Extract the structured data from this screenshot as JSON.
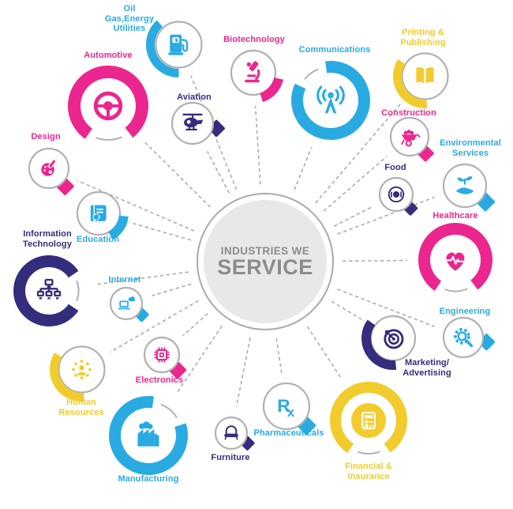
{
  "diagram_title": {
    "line1": "INDUSTRIES WE",
    "line2": "SERVICE"
  },
  "palette": {
    "blue": "#29ABE2",
    "pink": "#EC268F",
    "yellow": "#F2CB2D",
    "navy": "#342C7C",
    "circle_gray": "#B1B1B1",
    "center_fill": "#E8E8E8",
    "center_ring": "#A9A9A9",
    "center_text": "#8C8C8C",
    "dash_gray": "#A8A8A8"
  },
  "industries": [
    {
      "id": "oil-gas-energy-utilities",
      "label_lines": [
        "Oil",
        "Gas,Energy",
        "Utilities"
      ],
      "color": "blue",
      "icon": "fuel-pump-icon"
    },
    {
      "id": "automotive",
      "label_lines": [
        "Automotive"
      ],
      "color": "pink",
      "icon": "steering-wheel-icon"
    },
    {
      "id": "biotechnology",
      "label_lines": [
        "Biotechnology"
      ],
      "color": "pink",
      "icon": "microscope-icon"
    },
    {
      "id": "aviation",
      "label_lines": [
        "Aviation"
      ],
      "color": "navy",
      "icon": "helicopter-icon"
    },
    {
      "id": "communications",
      "label_lines": [
        "Communications"
      ],
      "color": "blue",
      "icon": "radio-tower-icon"
    },
    {
      "id": "printing-publishing",
      "label_lines": [
        "Printing &",
        "Publishing"
      ],
      "color": "yellow",
      "icon": "open-book-icon"
    },
    {
      "id": "construction",
      "label_lines": [
        "Construction"
      ],
      "color": "pink",
      "icon": "wheelbarrow-icon"
    },
    {
      "id": "environmental-services",
      "label_lines": [
        "Environmental",
        "Services"
      ],
      "color": "blue",
      "icon": "plant-hand-icon"
    },
    {
      "id": "food",
      "label_lines": [
        "Food"
      ],
      "color": "navy",
      "icon": "plate-cutlery-icon"
    },
    {
      "id": "healthcare",
      "label_lines": [
        "Healthcare"
      ],
      "color": "pink",
      "icon": "heart-pulse-icon"
    },
    {
      "id": "engineering",
      "label_lines": [
        "Engineering"
      ],
      "color": "blue",
      "icon": "gear-wrench-icon"
    },
    {
      "id": "marketing-advertising",
      "label_lines": [
        "Marketing/",
        "Advertising"
      ],
      "color": "navy",
      "icon": "target-dart-icon"
    },
    {
      "id": "financial-insurance",
      "label_lines": [
        "Financial &",
        "Insurance"
      ],
      "color": "yellow",
      "icon": "calculator-icon"
    },
    {
      "id": "pharmaceuticals",
      "label_lines": [
        "Pharmaceuticals"
      ],
      "color": "blue",
      "icon": "rx-icon"
    },
    {
      "id": "furniture",
      "label_lines": [
        "Furniture"
      ],
      "color": "navy",
      "icon": "sofa-icon"
    },
    {
      "id": "manufacturing",
      "label_lines": [
        "Manufacturing"
      ],
      "color": "blue",
      "icon": "factory-icon"
    },
    {
      "id": "electronics",
      "label_lines": [
        "Electronics"
      ],
      "color": "pink",
      "icon": "chip-icon"
    },
    {
      "id": "human-resources",
      "label_lines": [
        "Human",
        "Resources"
      ],
      "color": "yellow",
      "icon": "people-group-icon"
    },
    {
      "id": "information-technology",
      "label_lines": [
        "Information",
        "Technology"
      ],
      "color": "navy",
      "icon": "computer-network-icon"
    },
    {
      "id": "education",
      "label_lines": [
        "Education"
      ],
      "color": "blue",
      "icon": "scroll-certificate-icon"
    },
    {
      "id": "internet",
      "label_lines": [
        "Internet"
      ],
      "color": "blue",
      "icon": "laptop-cloud-icon"
    },
    {
      "id": "design",
      "label_lines": [
        "Design"
      ],
      "color": "pink",
      "icon": "palette-brush-icon"
    }
  ]
}
